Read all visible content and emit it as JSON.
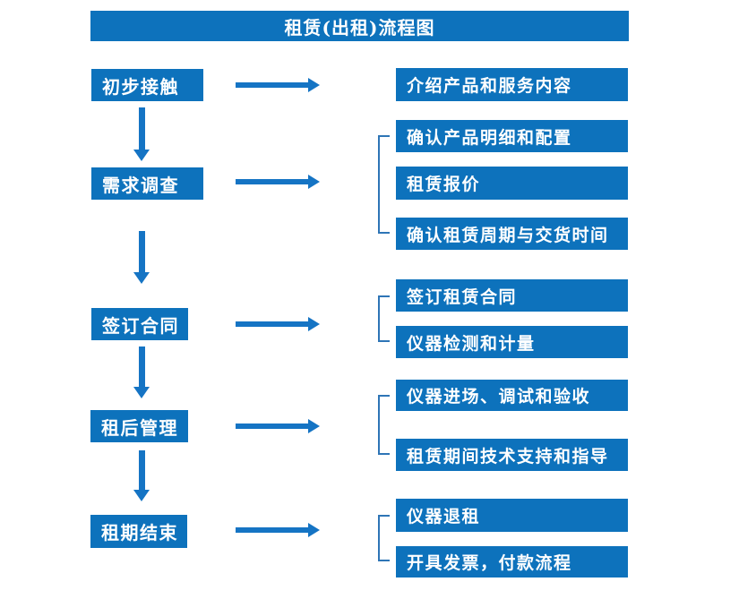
{
  "title": "租赁(出租)流程图",
  "colors": {
    "box_blue": "#0D72BC",
    "arrow_blue": "#1574C4",
    "bracket_blue": "#2E75B6",
    "text": "#FFFFFF",
    "background": "#FFFFFF"
  },
  "steps": [
    {
      "label": "初步接触",
      "details": [
        "介绍产品和服务内容"
      ]
    },
    {
      "label": "需求调查",
      "details": [
        "确认产品明细和配置",
        "租赁报价",
        "确认租赁周期与交货时间"
      ]
    },
    {
      "label": "签订合同",
      "details": [
        "签订租赁合同",
        "仪器检测和计量"
      ]
    },
    {
      "label": "租后管理",
      "details": [
        "仪器进场、调试和验收",
        "租赁期间技术支持和指导"
      ]
    },
    {
      "label": "租期结束",
      "details": [
        "仪器退租",
        "开具发票，付款流程"
      ]
    }
  ]
}
